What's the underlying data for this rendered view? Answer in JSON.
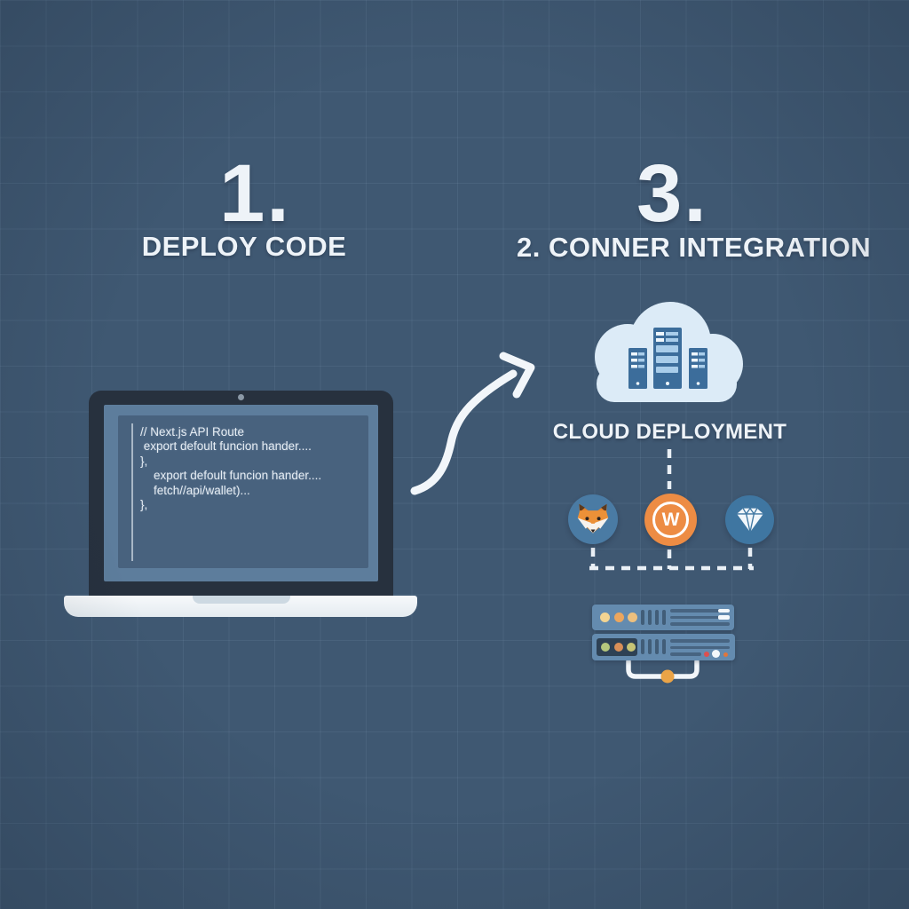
{
  "steps": {
    "left": {
      "number": "1.",
      "label": "DEPLOY CODE"
    },
    "right": {
      "number": "3.",
      "label": "2. CONNER INTEGRATION"
    }
  },
  "laptop": {
    "code_lines": [
      "// Next.js API Route",
      " export defoult funcion hander....",
      "},",
      "    export defoult funcion hander....",
      "    fetch//api/wallet)...",
      "},"
    ]
  },
  "cloud": {
    "label": "CLOUD DEPLOYMENT"
  },
  "wallets": {
    "walletconnect_letter": "W",
    "icons": [
      "metamask-fox-icon",
      "walletconnect-icon",
      "diamond-gem-icon"
    ]
  },
  "colors": {
    "background": "#3f5872",
    "heading_text": "#eef3f8",
    "accent_orange": "#ed8c44",
    "wallet_blue": "#4a7ba4",
    "cloud_fill": "#dcebf7",
    "cloud_server_blue": "#3c6d9b",
    "server_rack_fill": "#648baf",
    "laptop_bezel": "#27313e",
    "laptop_screen": "#5d7d9c",
    "cable_dot_orange": "#eba447"
  }
}
